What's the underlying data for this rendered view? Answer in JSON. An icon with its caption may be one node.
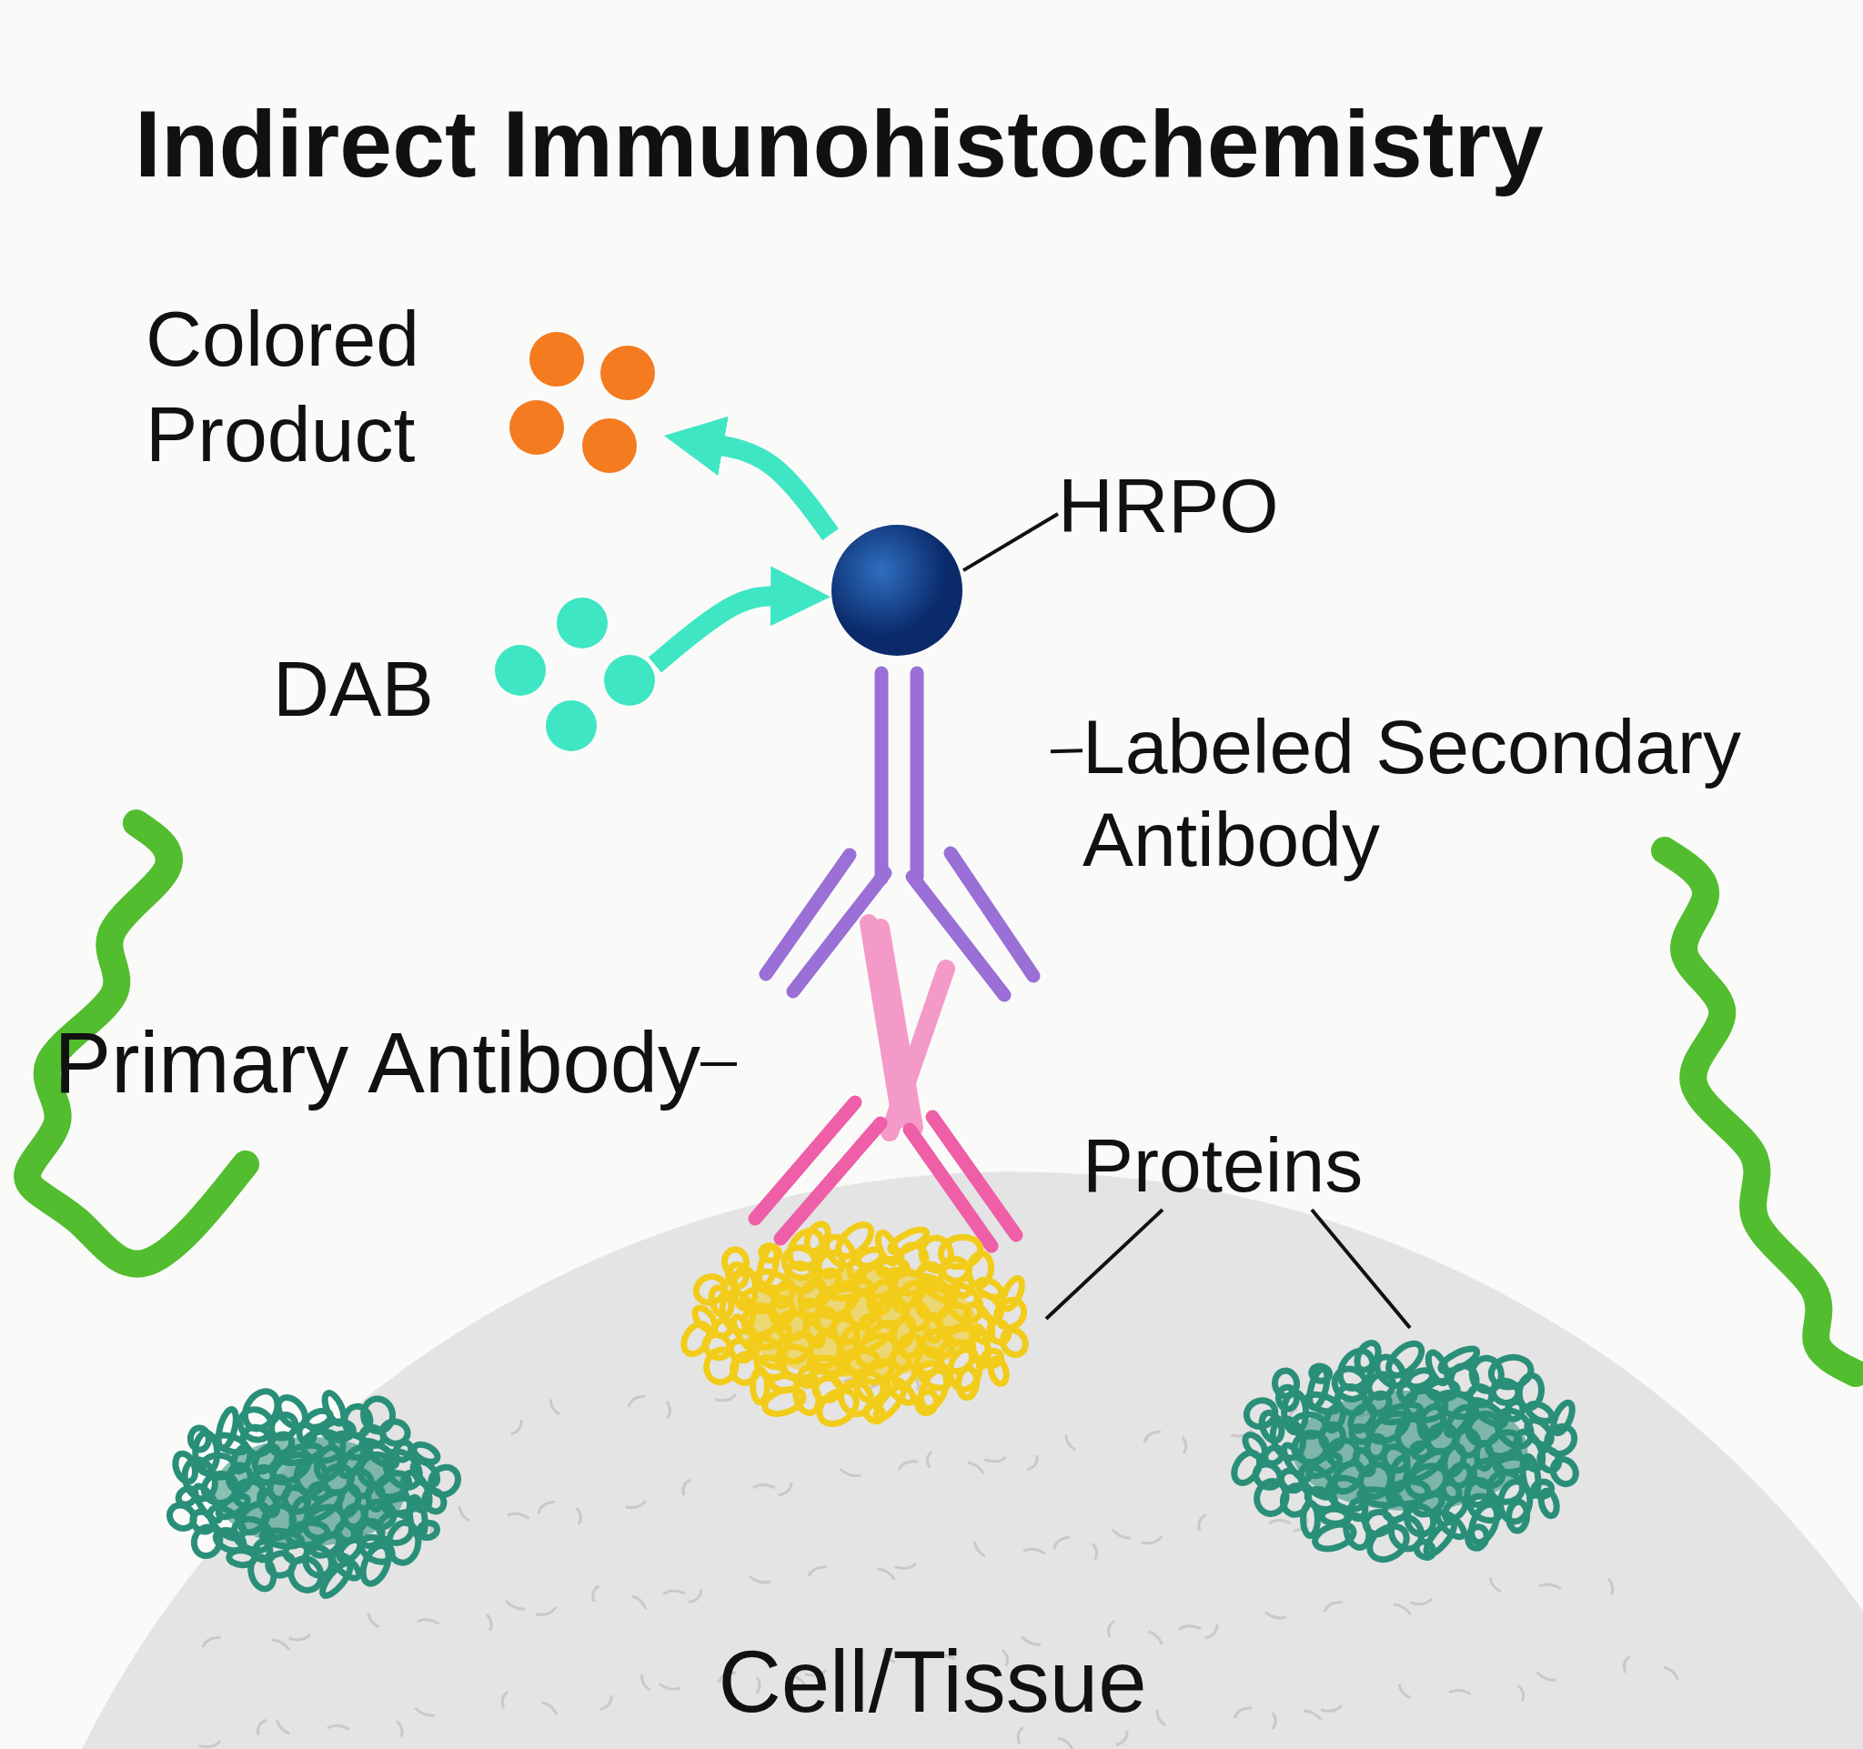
{
  "diagram": {
    "title": "Indirect Immunohistochemistry",
    "nodes": [
      {
        "text": [],
        "shape": "picture",
        "beside": [
          "Colored Product"
        ]
      },
      {
        "text": [],
        "shape": "picture",
        "beside": [
          "DAB"
        ]
      },
      {
        "text": [],
        "shape": "circle"
      },
      {
        "text": [
          "HRPO"
        ]
      },
      {
        "text": [],
        "shape": "picture"
      },
      {
        "text": [
          "Labeled Secondary Antibody"
        ]
      },
      {
        "text": [],
        "shape": "picture"
      },
      {
        "text": [
          "Primary Antibody"
        ]
      },
      {
        "text": [],
        "shape": "picture"
      },
      {
        "text": [],
        "shape": "picture"
      },
      {
        "text": [
          "Proteins"
        ]
      }
    ],
    "edges": [
      {
        "from": 1,
        "to": 2,
        "arrow": "to",
        "style": "thick",
        "color": "#3ee6c4"
      },
      {
        "from": 2,
        "to": 0,
        "arrow": "to",
        "style": "thick",
        "color": "#3ee6c4"
      },
      {
        "from": 3,
        "to": 2,
        "arrow": "none"
      },
      {
        "from": 5,
        "to": 4,
        "arrow": "none"
      },
      {
        "from": 7,
        "to": 6,
        "arrow": "none"
      },
      {
        "from": 10,
        "to": 8,
        "arrow": "none"
      },
      {
        "from": 10,
        "to": 9,
        "arrow": "none"
      }
    ],
    "labels": [
      "Cell/Tissue"
    ]
  }
}
